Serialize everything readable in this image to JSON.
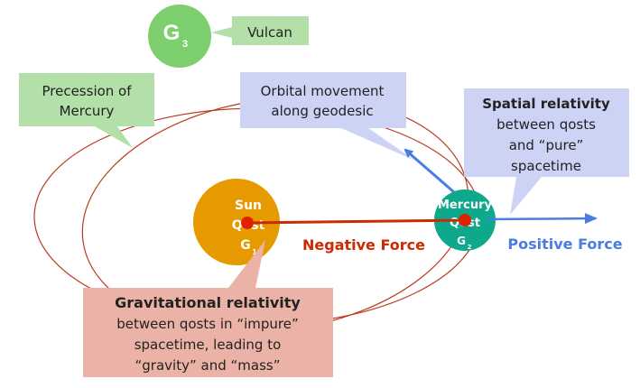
{
  "g3": {
    "letter": "G",
    "sub": "3"
  },
  "vulcan": {
    "label": "Vulcan"
  },
  "precession": {
    "line1": "Precession of",
    "line2": "Mercury"
  },
  "orbital": {
    "line1": "Orbital movement",
    "line2": "along geodesic"
  },
  "spatial": {
    "title": "Spatial relativity",
    "line1": "between qosts",
    "line2": "and “pure”",
    "line3": "spacetime"
  },
  "sun": {
    "line1": "Sun",
    "line2": "Qost",
    "letter": "G",
    "sub": "1"
  },
  "mercury": {
    "line1": "Mercury",
    "line2": "Qost",
    "letter": "G",
    "sub": "2"
  },
  "negative_force": {
    "label": "Negative Force"
  },
  "positive_force": {
    "label": "Positive Force"
  },
  "gravitational": {
    "title": "Gravitational relativity",
    "line1": "between qosts in “impure”",
    "line2": "spacetime, leading to",
    "line3": "“gravity” and “mass”"
  },
  "colors": {
    "green_node": "#7ccf6c",
    "green_callout": "#b3e0a8",
    "blue_callout": "#cdd3f5",
    "sun": "#e69a00",
    "mercury": "#0ea88a",
    "force_red": "#cc2a00",
    "force_blue": "#4a7de0",
    "orbit": "#b83a1e",
    "grav_callout": "#ebb3a7",
    "point_red": "#dd2200"
  }
}
